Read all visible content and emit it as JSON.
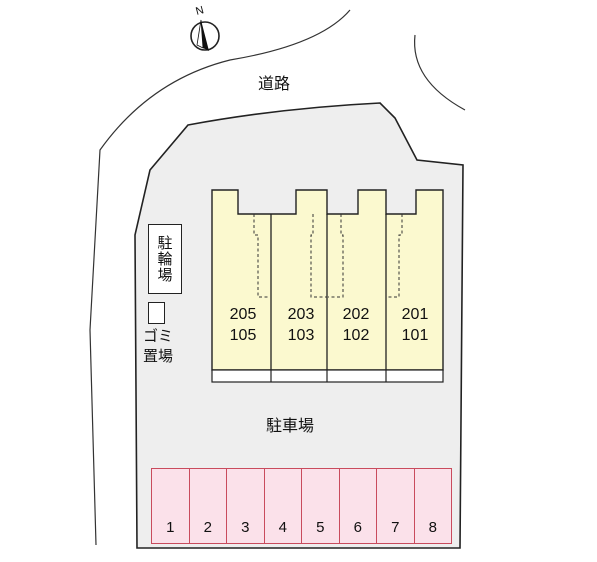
{
  "compass": {
    "north_label": "N",
    "icon": "north-arrow-icon"
  },
  "labels": {
    "road": "道路",
    "bicycle_parking": "駐輪場",
    "garbage_area": "ゴミ置場",
    "parking": "駐車場"
  },
  "units": [
    {
      "upper": "205",
      "lower": "105"
    },
    {
      "upper": "203",
      "lower": "103"
    },
    {
      "upper": "202",
      "lower": "102"
    },
    {
      "upper": "201",
      "lower": "101"
    }
  ],
  "parking_spaces": [
    "1",
    "2",
    "3",
    "4",
    "5",
    "6",
    "7",
    "8"
  ],
  "colors": {
    "site": "#eeeeee",
    "building": "#fbf9cf",
    "parking_space": "#fbe1ea",
    "parking_border": "#c94b5d",
    "outline": "#222222"
  }
}
